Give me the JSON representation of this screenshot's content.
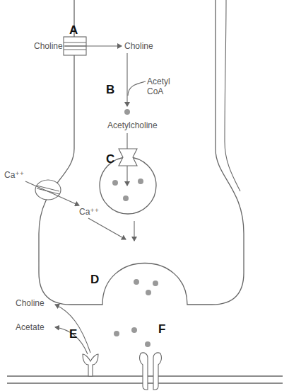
{
  "diagram": {
    "labels": [
      "Choline",
      "A",
      "Choline",
      "B",
      "Acetyl CoA",
      "Acetylcholine",
      "C",
      "Ca⁺⁺",
      "Ca⁺⁺",
      "D",
      "Choline",
      "Acetate",
      "E",
      "F"
    ]
  }
}
